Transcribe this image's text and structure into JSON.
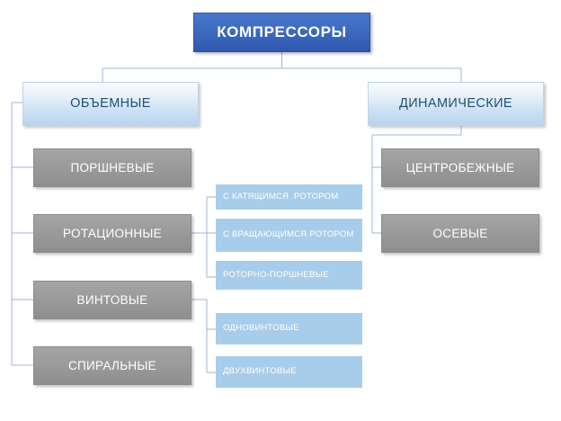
{
  "diagram": {
    "title": "КОМПРЕССОРЫ",
    "type": "organization-chart",
    "language": "ru",
    "colors": {
      "root_blue": "#3B67BE",
      "category_blue": "#C9DEF2",
      "category_text": "#1F4E79",
      "grey": "#9A9A9A",
      "sub_blue": "#A8CDEA",
      "connector": "#9FB6D4",
      "background": "#FFFFFF"
    },
    "root": {
      "label": "КОМПРЕССОРЫ"
    },
    "categories": [
      {
        "label": "ОБЪЕМНЫЕ"
      },
      {
        "label": "ДИНАМИЧЕСКИЕ"
      }
    ],
    "volumetric_types": [
      {
        "label": "ПОРШНЕВЫЕ"
      },
      {
        "label": "РОТАЦИОННЫЕ"
      },
      {
        "label": "ВИНТОВЫЕ"
      },
      {
        "label": "СПИРАЛЬНЫЕ"
      }
    ],
    "dynamic_types": [
      {
        "label": "ЦЕНТРОБЕЖНЫЕ"
      },
      {
        "label": "ОСЕВЫЕ"
      }
    ],
    "rotary_subtypes": [
      {
        "label": "С КАТЯЩИМСЯ  РОТОРОМ"
      },
      {
        "label": "С ВРАЩАЮЩИМСЯ РОТОРОМ"
      },
      {
        "label": "РОТОРНО-ПОРШНЕВЫЕ"
      }
    ],
    "screw_subtypes": [
      {
        "label": "ОДНОВИНТОВЫЕ"
      },
      {
        "label": "ДВУХВИНТОВЫЕ"
      }
    ]
  }
}
